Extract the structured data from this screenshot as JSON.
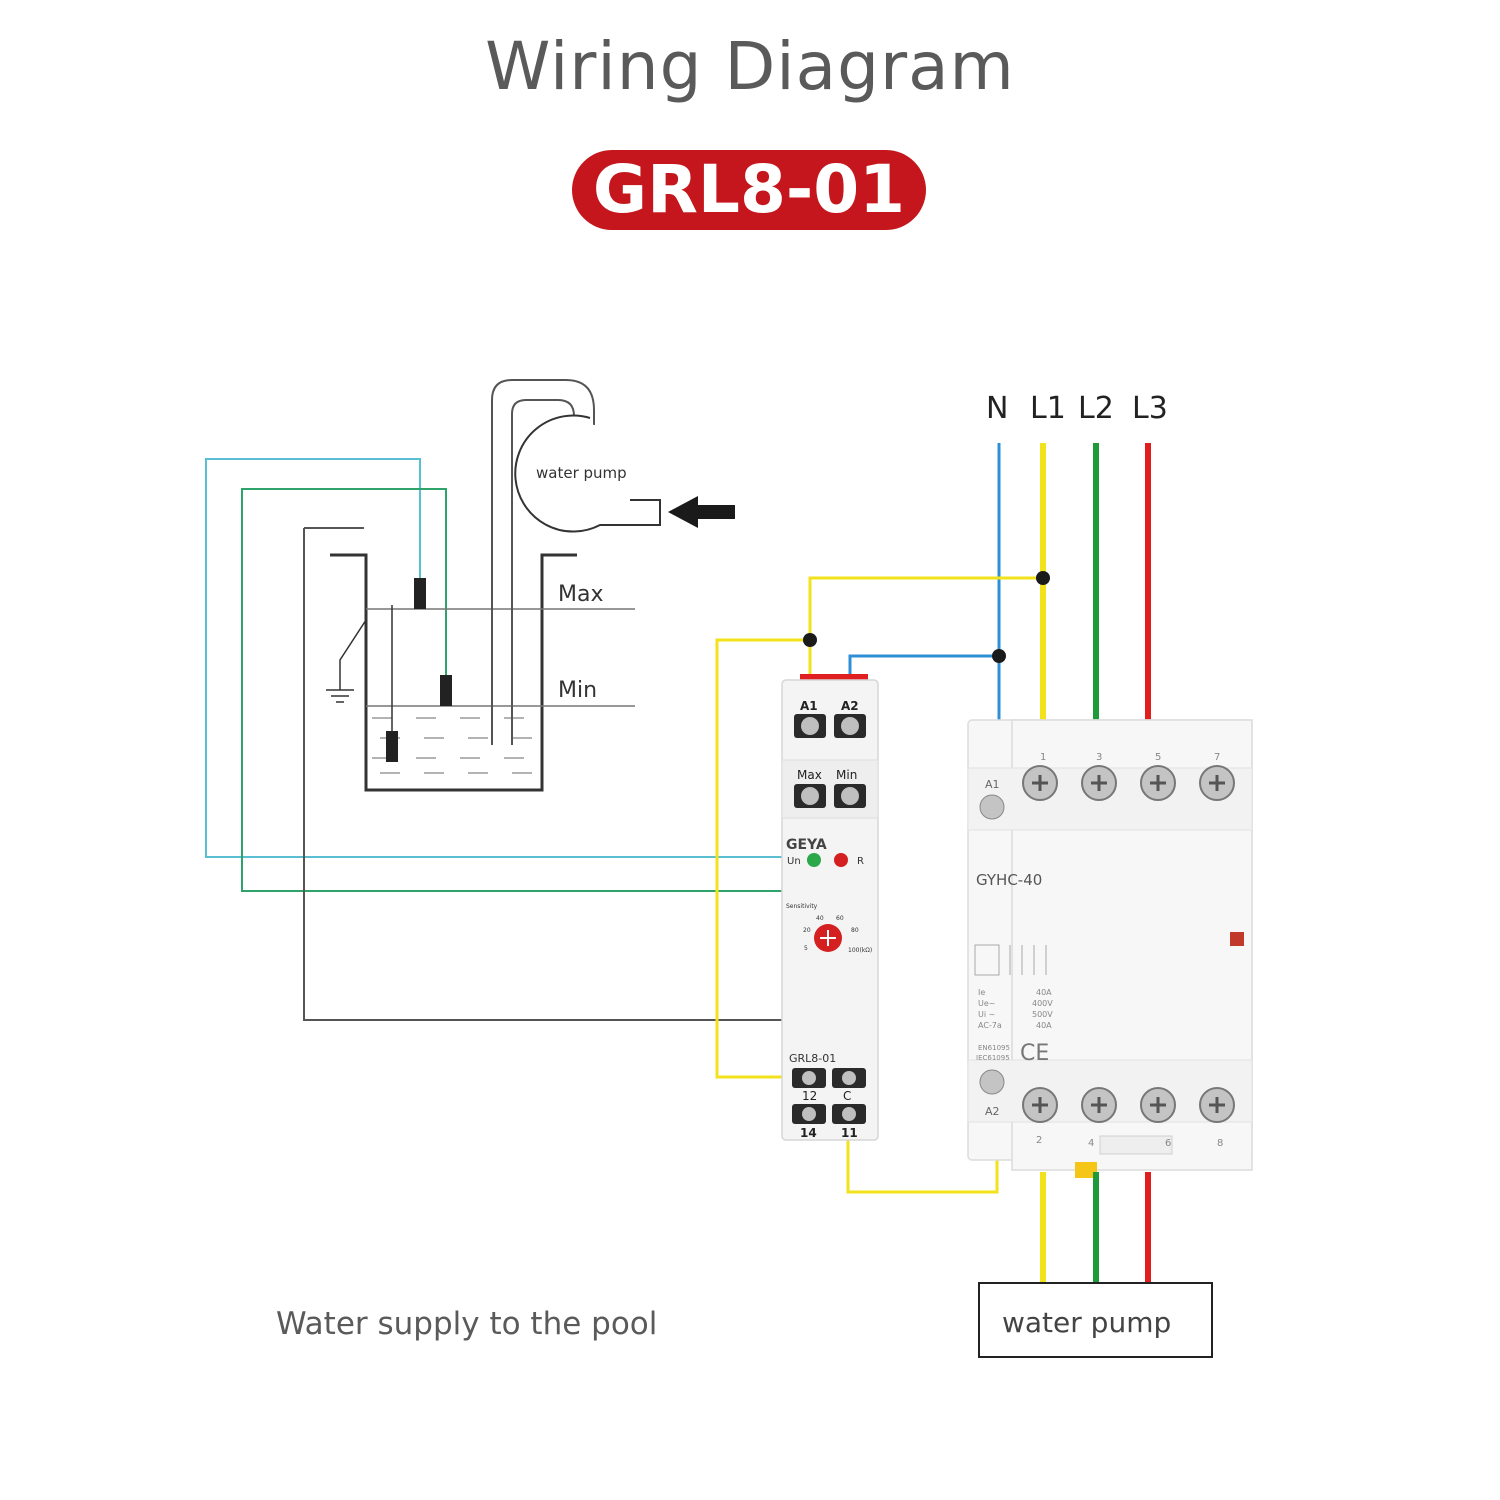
{
  "header": {
    "title": "Wiring Diagram",
    "model_badge": "GRL8-01"
  },
  "tank": {
    "pump_label": "water pump",
    "max_label": "Max",
    "min_label": "Min"
  },
  "supply": {
    "lines": [
      "N",
      "L1",
      "L2",
      "L3"
    ],
    "colors": {
      "N": "#2f8fd6",
      "L1": "#f2e21b",
      "L2": "#1e9a3a",
      "L3": "#e01e1e"
    }
  },
  "relay": {
    "brand": "GEYA",
    "model": "GRL8-01",
    "terminals_top": [
      "A1",
      "A2"
    ],
    "terminals_probe": [
      "Max",
      "Min"
    ],
    "led_un": "Un",
    "led_r": "R",
    "sensitivity_label": "Sensitivity",
    "dial_scale": [
      "5",
      "20",
      "40",
      "60",
      "80",
      "100(kΩ)"
    ],
    "terminals_bottom_top": [
      "12",
      "C"
    ],
    "terminals_bottom": [
      "14",
      "11"
    ]
  },
  "contactor": {
    "model": "GYHC-40",
    "coil_top": "A1",
    "coil_bottom": "A2",
    "terminals_top": [
      "1",
      "3",
      "5",
      "7"
    ],
    "terminals_bottom": [
      "2",
      "4",
      "6",
      "8"
    ],
    "ratings": [
      {
        "k": "Ie",
        "v": "40A"
      },
      {
        "k": "Ue~",
        "v": "400V"
      },
      {
        "k": "Ui ~",
        "v": "500V"
      },
      {
        "k": "AC-7a",
        "v": "40A"
      }
    ],
    "standards": [
      "EN61095",
      "IEC61095"
    ],
    "ce_mark": "CE"
  },
  "load": {
    "label": "water pump"
  },
  "caption": "Water supply to the pool",
  "wire_colors": {
    "blue": "#2f8fd6",
    "teal": "#5bbfd4",
    "green": "#2ea36b",
    "gray": "#555555",
    "yellow": "#f2e21b",
    "red": "#e01e1e",
    "l2green": "#1e9a3a"
  }
}
